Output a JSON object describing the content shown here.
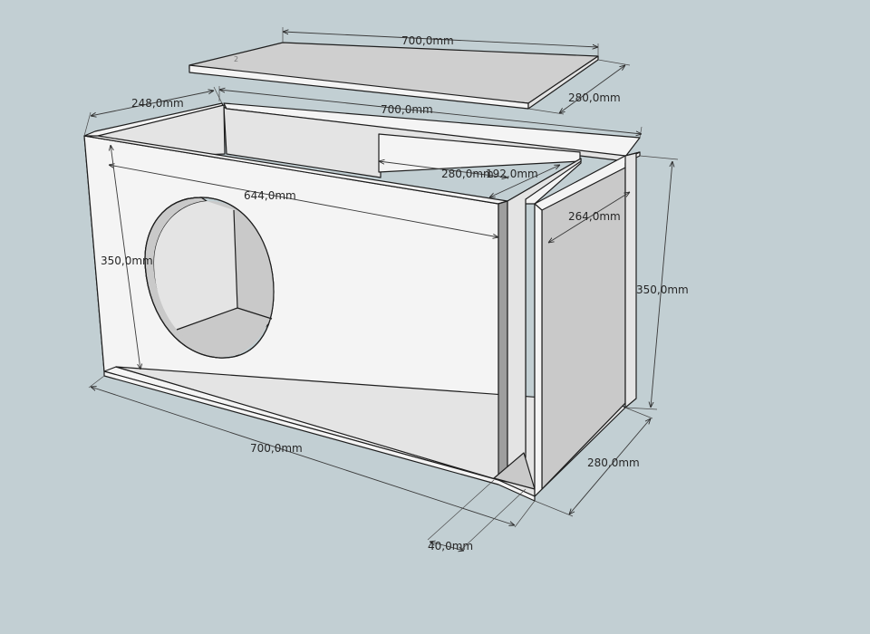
{
  "dimensions": {
    "lid_length": "700,0mm",
    "lid_width": "280,0mm",
    "lid_partial": "2",
    "top_left_depth": "248,0mm",
    "top_length": "700,0mm",
    "inner_length": "644,0mm",
    "front_height": "350,0mm",
    "divider_depth": "280,0mm",
    "port_length": "192,0mm",
    "port_depth": "264,0mm",
    "right_height": "350,0mm",
    "bottom_length": "700,0mm",
    "bottom_depth": "280,0mm",
    "port_width": "40,0mm"
  }
}
